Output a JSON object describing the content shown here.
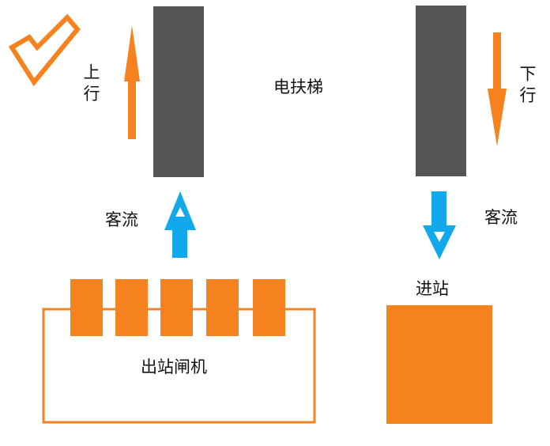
{
  "escalator": {
    "label": "电扶梯",
    "up_label": "上行",
    "down_label": "下行",
    "belt_color": "#555555",
    "arrow_color": "#f5821f"
  },
  "flow": {
    "left_label": "客流",
    "right_label": "客流",
    "arrow_color": "#12a8ec"
  },
  "exit_gates": {
    "label": "出站闸机",
    "gate_count": 5,
    "color": "#f5821f"
  },
  "entrance": {
    "label": "进站",
    "color": "#f5821f"
  },
  "checkmark": {
    "icon": "check-icon",
    "color": "#f5821f"
  }
}
